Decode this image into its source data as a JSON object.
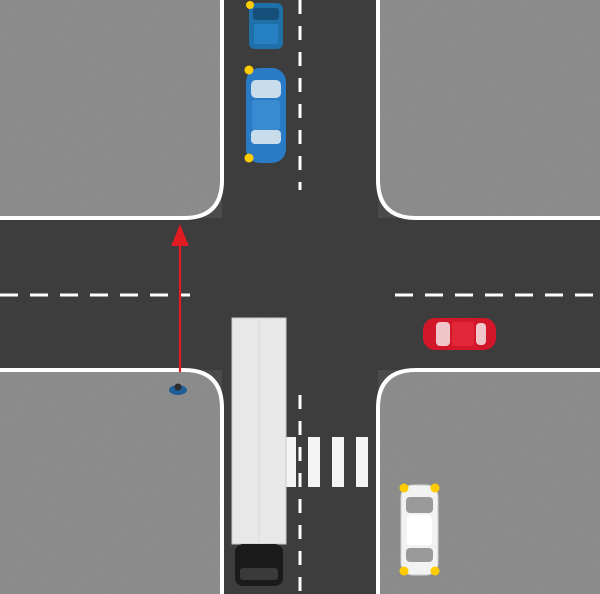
{
  "scene": {
    "type": "top-down road intersection",
    "colors": {
      "asphalt": "#3f3f3f",
      "sidewalk": "#8f8f8f",
      "lane_marking": "#ffffff",
      "arrow": "#e11b22",
      "blinker": "#ffcc00"
    }
  },
  "vehicles": [
    {
      "name": "blue-van",
      "color": "#1f6fa8",
      "direction": "north",
      "blinkers": true
    },
    {
      "name": "blue-sedan",
      "color": "#2a7bc6",
      "direction": "north",
      "blinkers": true
    },
    {
      "name": "red-car",
      "color": "#d3172a",
      "direction": "west",
      "blinkers": false
    },
    {
      "name": "white-truck",
      "color": "#e8e8e8",
      "cab_color": "#1a1a1a",
      "direction": "north",
      "blinkers": false
    },
    {
      "name": "white-car",
      "color": "#f2f2f2",
      "direction": "north",
      "blinkers": true
    }
  ],
  "pedestrian": {
    "shirt_color": "#1f5e94",
    "direction": "north"
  },
  "arrow": {
    "color": "#e11b22",
    "direction": "north"
  },
  "crosswalk": {
    "stripes": 4
  }
}
